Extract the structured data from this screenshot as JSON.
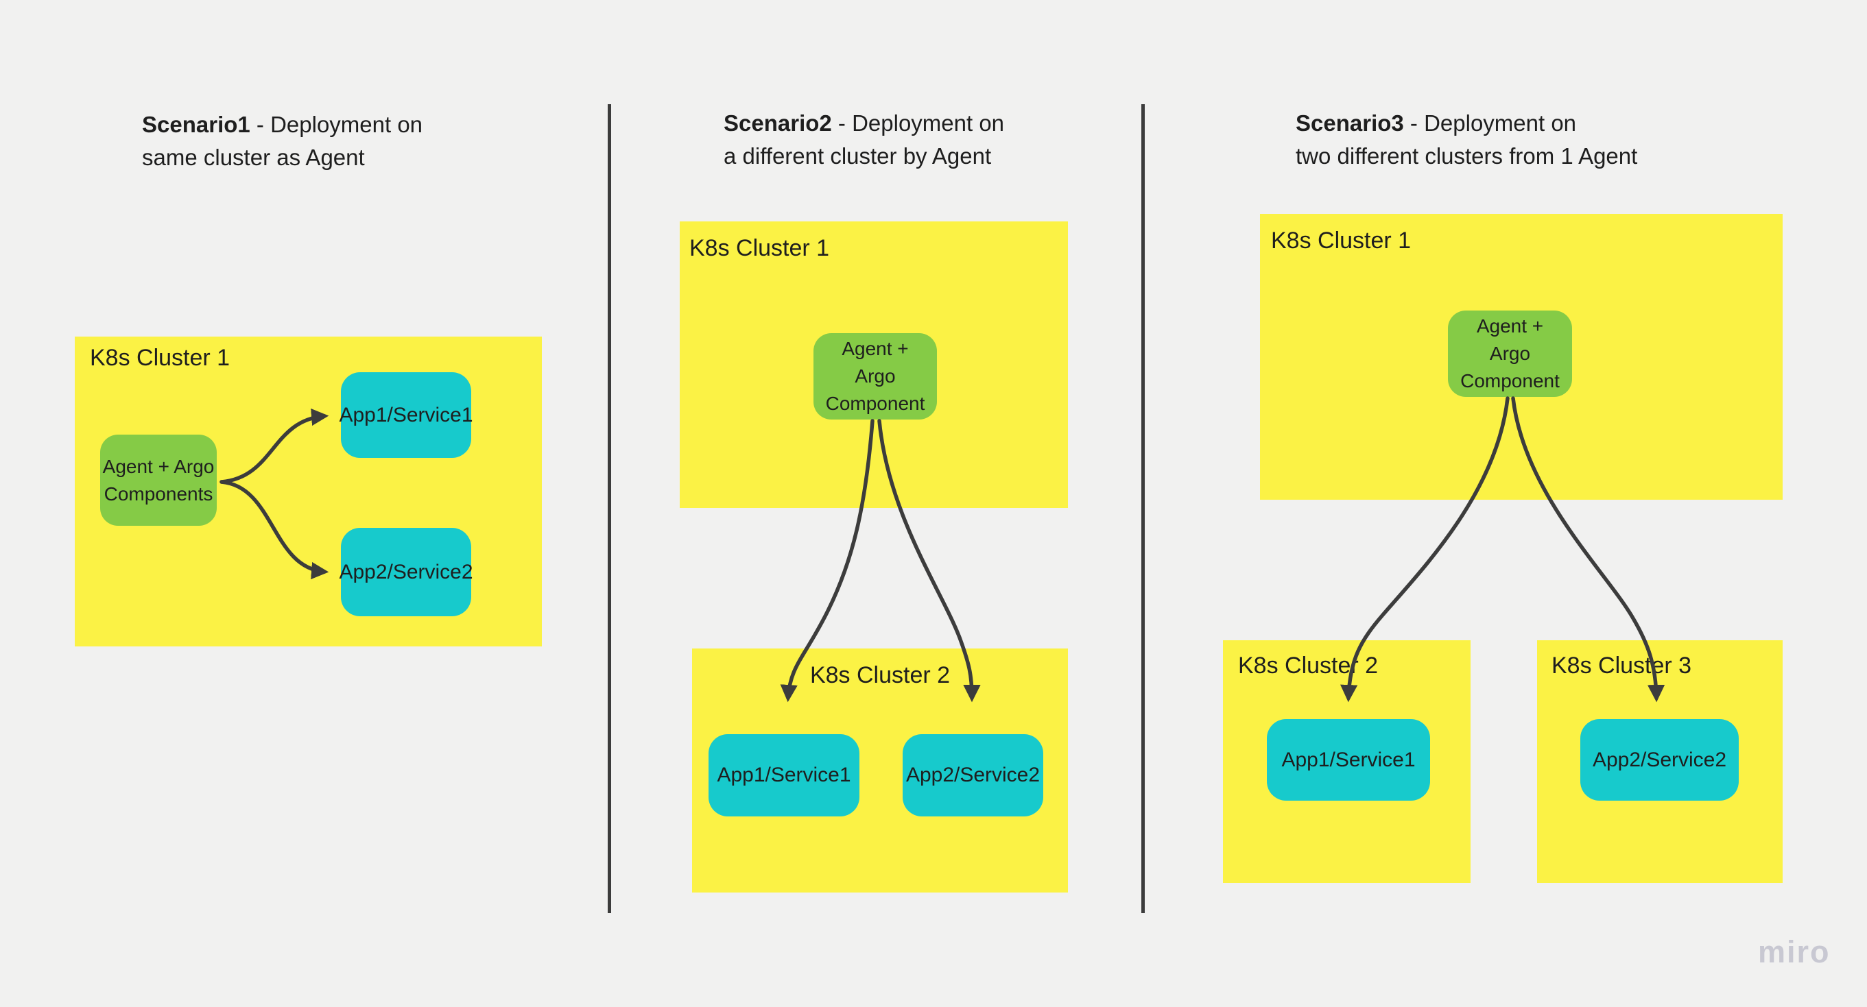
{
  "board": {
    "watermark": "miro"
  },
  "colors": {
    "background": "#F1F1F0",
    "sticky_yellow": "#FBF245",
    "agent_green": "#85CB46",
    "app_cyan": "#17CACC",
    "connector": "#3C3C3C",
    "text": "#1E1E1E",
    "watermark": "#C8C8D2"
  },
  "scenarios": [
    {
      "title": {
        "bold": "Scenario1",
        "rest": " - Deployment on\nsame cluster as Agent"
      },
      "clusters": [
        {
          "label": "K8s Cluster 1"
        }
      ],
      "agent": {
        "label": "Agent + Argo\nComponents"
      },
      "apps": [
        {
          "label": "App1/Service1"
        },
        {
          "label": "App2/Service2"
        }
      ]
    },
    {
      "title": {
        "bold": "Scenario2",
        "rest": " - Deployment on\na different cluster by Agent"
      },
      "clusters": [
        {
          "label": "K8s Cluster 1"
        },
        {
          "label": "K8s Cluster 2"
        }
      ],
      "agent": {
        "label": "Agent +\nArgo\nComponent"
      },
      "apps": [
        {
          "label": "App1/Service1"
        },
        {
          "label": "App2/Service2"
        }
      ]
    },
    {
      "title": {
        "bold": "Scenario3",
        "rest": " - Deployment on\ntwo different clusters from 1 Agent"
      },
      "clusters": [
        {
          "label": "K8s Cluster 1"
        },
        {
          "label": "K8s Cluster 2"
        },
        {
          "label": "K8s Cluster 3"
        }
      ],
      "agent": {
        "label": "Agent +\nArgo\nComponent"
      },
      "apps": [
        {
          "label": "App1/Service1"
        },
        {
          "label": "App2/Service2"
        }
      ]
    }
  ]
}
